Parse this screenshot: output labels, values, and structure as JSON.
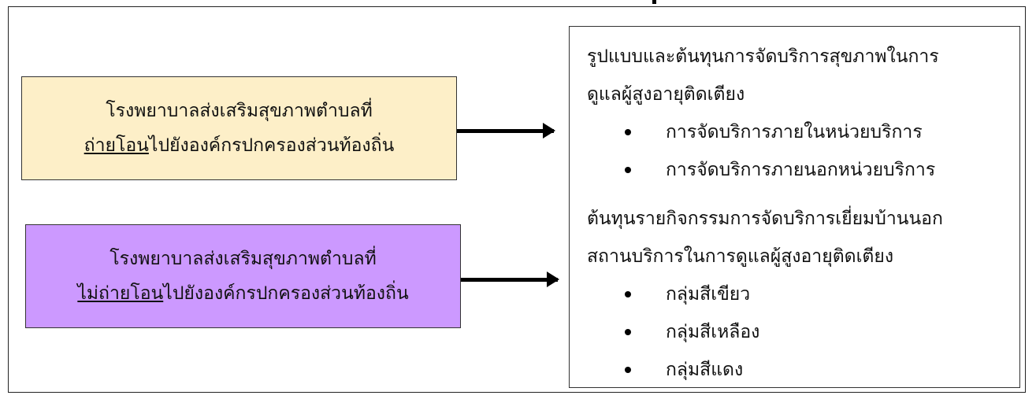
{
  "left_boxes": [
    {
      "line1": "โรงพยาบาลส่งเสริมสุขภาพตำบลที่",
      "underlined": "ถ่ายโอน",
      "rest": "ไปยังองค์กรปกครองส่วนท้องถิ่น",
      "color": "#fdefc8"
    },
    {
      "line1": "โรงพยาบาลส่งเสริมสุขภาพตำบลที่",
      "underlined": "ไม่ถ่ายโอน",
      "rest": "ไปยังองค์กรปกครองส่วนท้องถิ่น",
      "color": "#cc99ff"
    }
  ],
  "right_box": {
    "section1": {
      "line1": "รูปแบบและต้นทุนการจัดบริการสุขภาพในการ",
      "line2": "ดูแลผู้สูงอายุติดเตียง",
      "items": [
        "การจัดบริการภายในหน่วยบริการ",
        "การจัดบริการภายนอกหน่วยบริการ"
      ]
    },
    "section2": {
      "line1": "ต้นทุนรายกิจกรรมการจัดบริการเยี่ยมบ้านนอก",
      "line2": "สถานบริการในการดูแลผู้สูงอายุติดเตียง",
      "items": [
        "กลุ่มสีเขียว",
        "กลุ่มสีเหลือง",
        "กลุ่มสีแดง"
      ]
    }
  }
}
